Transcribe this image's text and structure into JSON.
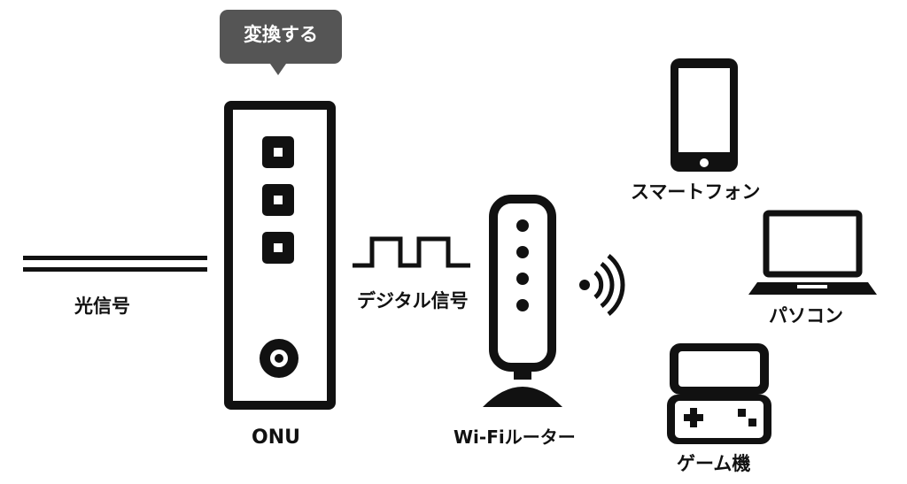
{
  "tooltip": {
    "label": "変換する"
  },
  "labels": {
    "optical_signal": "光信号",
    "onu": "ONU",
    "digital_signal": "デジタル信号",
    "router": "Wi-Fiルーター",
    "smartphone": "スマートフォン",
    "pc": "パソコン",
    "game": "ゲーム機"
  },
  "colors": {
    "ink": "#111111",
    "tooltip_bg": "#555555",
    "tooltip_text": "#ffffff",
    "background": "#ffffff"
  }
}
